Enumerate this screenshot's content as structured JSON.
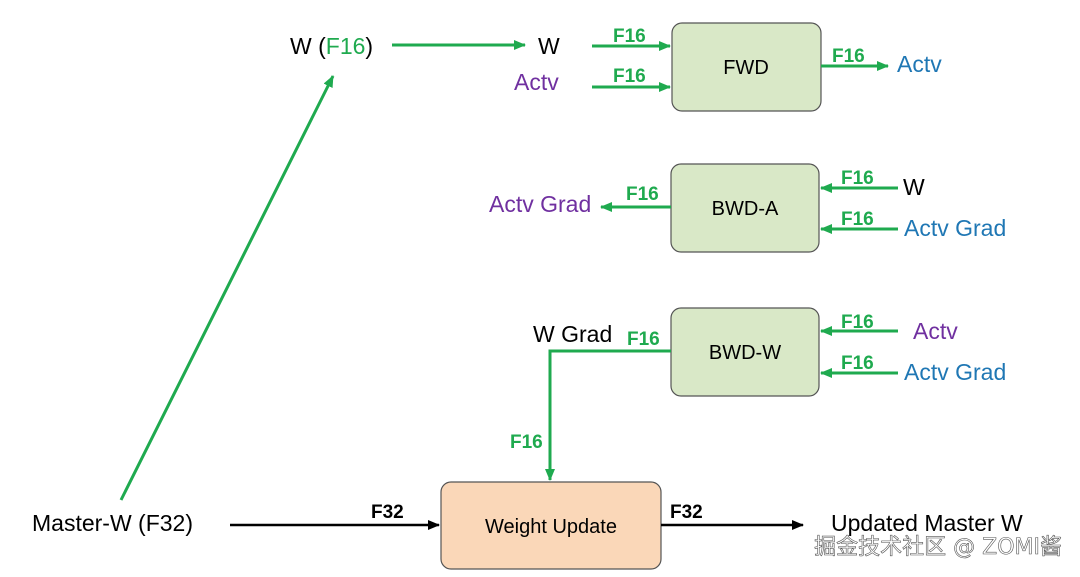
{
  "colors": {
    "green": "#1faa4f",
    "purple": "#7030a0",
    "blue": "#1f77b4",
    "black": "#000000",
    "box_green": "#d9e8c7",
    "box_orange": "#fad7b8"
  },
  "nodes": {
    "fwd": "FWD",
    "bwd_a": "BWD-A",
    "bwd_w": "BWD-W",
    "weight_update": "Weight Update"
  },
  "labels": {
    "w_f16_prefix": "W (",
    "w_f16_mid": "F16",
    "w_f16_suffix": ")",
    "w": "W",
    "actv": "Actv",
    "actv_grad": "Actv Grad",
    "w_grad": "W Grad",
    "master_w": "Master-W (F32)",
    "updated_master_w": "Updated Master W"
  },
  "precision": {
    "f16": "F16",
    "f32": "F32"
  },
  "watermark": "掘金技术社区 @ ZOMI酱"
}
